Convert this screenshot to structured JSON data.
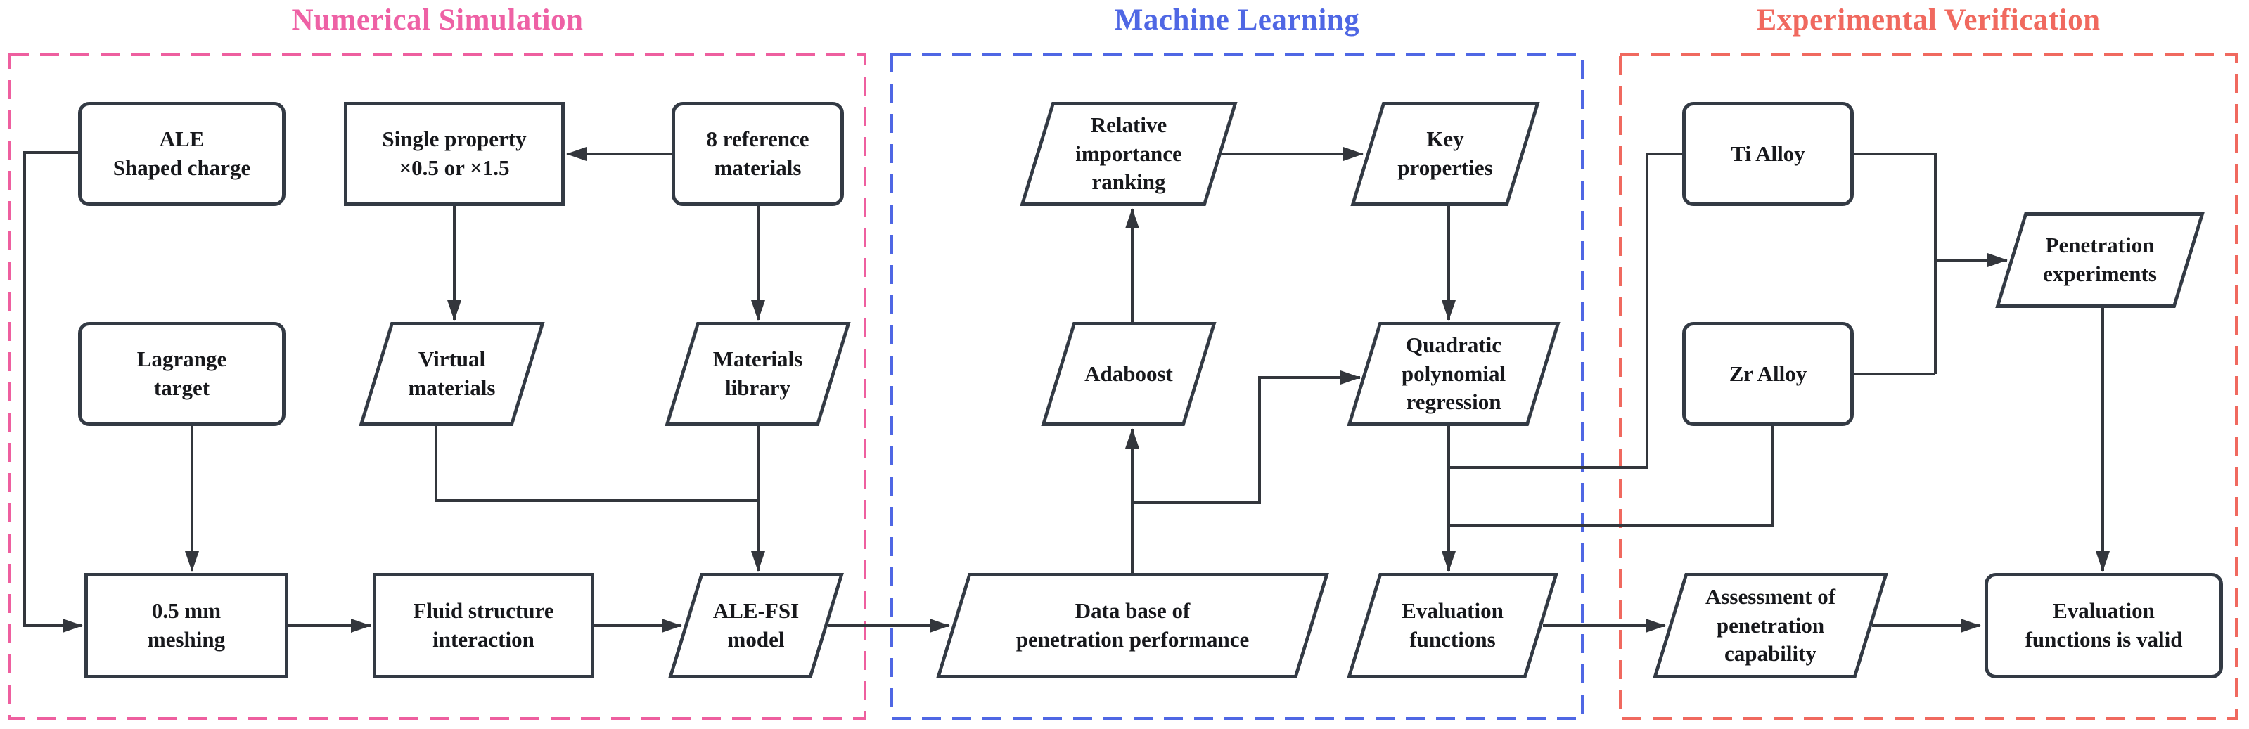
{
  "colors": {
    "node_border": "#333a44",
    "edge": "#33363c",
    "text": "#17181c"
  },
  "sections": [
    {
      "id": "numerical-simulation",
      "title": "Numerical Simulation",
      "title_color": "#ee61a5",
      "border_color": "#ee5f9f"
    },
    {
      "id": "machine-learning",
      "title": "Machine Learning",
      "title_color": "#4f67e4",
      "border_color": "#4f67e4"
    },
    {
      "id": "experimental-verification",
      "title": "Experimental Verification",
      "title_color": "#f0695f",
      "border_color": "#f0695f"
    }
  ],
  "nodes": {
    "ale_shaped_charge": {
      "label": "ALE\nShaped charge",
      "shape": "rounded-rectangle"
    },
    "single_property": {
      "label": "Single property\n×0.5 or ×1.5",
      "shape": "rectangle"
    },
    "reference_materials": {
      "label": "8 reference\nmaterials",
      "shape": "rounded-rectangle"
    },
    "lagrange_target": {
      "label": "Lagrange\ntarget",
      "shape": "rounded-rectangle"
    },
    "virtual_materials": {
      "label": "Virtual\nmaterials",
      "shape": "parallelogram"
    },
    "materials_library": {
      "label": "Materials\nlibrary",
      "shape": "parallelogram"
    },
    "meshing": {
      "label": "0.5 mm\nmeshing",
      "shape": "rectangle"
    },
    "fluid_structure": {
      "label": "Fluid structure\ninteraction",
      "shape": "rectangle"
    },
    "ale_fsi_model": {
      "label": "ALE-FSI\nmodel",
      "shape": "parallelogram"
    },
    "relative_importance": {
      "label": "Relative\nimportance\nranking",
      "shape": "parallelogram"
    },
    "key_properties": {
      "label": "Key\nproperties",
      "shape": "parallelogram"
    },
    "adaboost": {
      "label": "Adaboost",
      "shape": "parallelogram"
    },
    "quadratic_regression": {
      "label": "Quadratic\npolynomial\nregression",
      "shape": "parallelogram"
    },
    "database": {
      "label": "Data base of\npenetration performance",
      "shape": "parallelogram"
    },
    "evaluation_functions": {
      "label": "Evaluation\nfunctions",
      "shape": "parallelogram"
    },
    "ti_alloy": {
      "label": "Ti Alloy",
      "shape": "rounded-rectangle"
    },
    "zr_alloy": {
      "label": "Zr Alloy",
      "shape": "rounded-rectangle"
    },
    "penetration_experiments": {
      "label": "Penetration\nexperiments",
      "shape": "parallelogram"
    },
    "assessment": {
      "label": "Assessment of\npenetration\ncapability",
      "shape": "parallelogram"
    },
    "evaluation_valid": {
      "label": "Evaluation\nfunctions is valid",
      "shape": "rounded-rectangle"
    }
  }
}
